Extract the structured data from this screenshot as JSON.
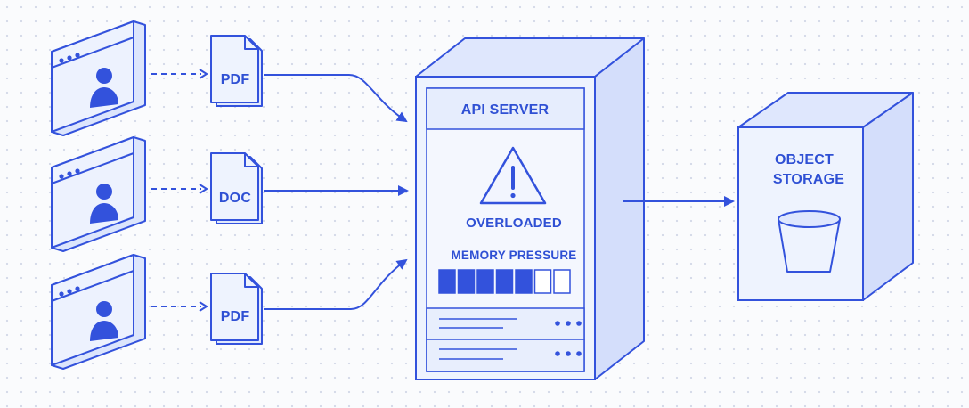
{
  "colors": {
    "stroke": "#3352dc",
    "fill": "#eaf0fd",
    "fill_dark": "#d6e0fb",
    "panel": "#f3f6fe",
    "accent": "#2f50d4",
    "dots_background": "#d4d9e8"
  },
  "clients": [
    {
      "icon": "user-icon",
      "document": {
        "label": "PDF",
        "icon": "file-icon"
      }
    },
    {
      "icon": "user-icon",
      "document": {
        "label": "DOC",
        "icon": "file-icon"
      }
    },
    {
      "icon": "user-icon",
      "document": {
        "label": "PDF",
        "icon": "file-icon"
      }
    }
  ],
  "server": {
    "title": "API SERVER",
    "status_icon": "warning-icon",
    "status": "OVERLOADED",
    "meter_label": "MEMORY PRESSURE",
    "meter": {
      "filled": 5,
      "total": 7
    },
    "drive_slots": 2
  },
  "storage": {
    "title_line1": "OBJECT",
    "title_line2": "STORAGE",
    "icon": "bucket-icon"
  }
}
